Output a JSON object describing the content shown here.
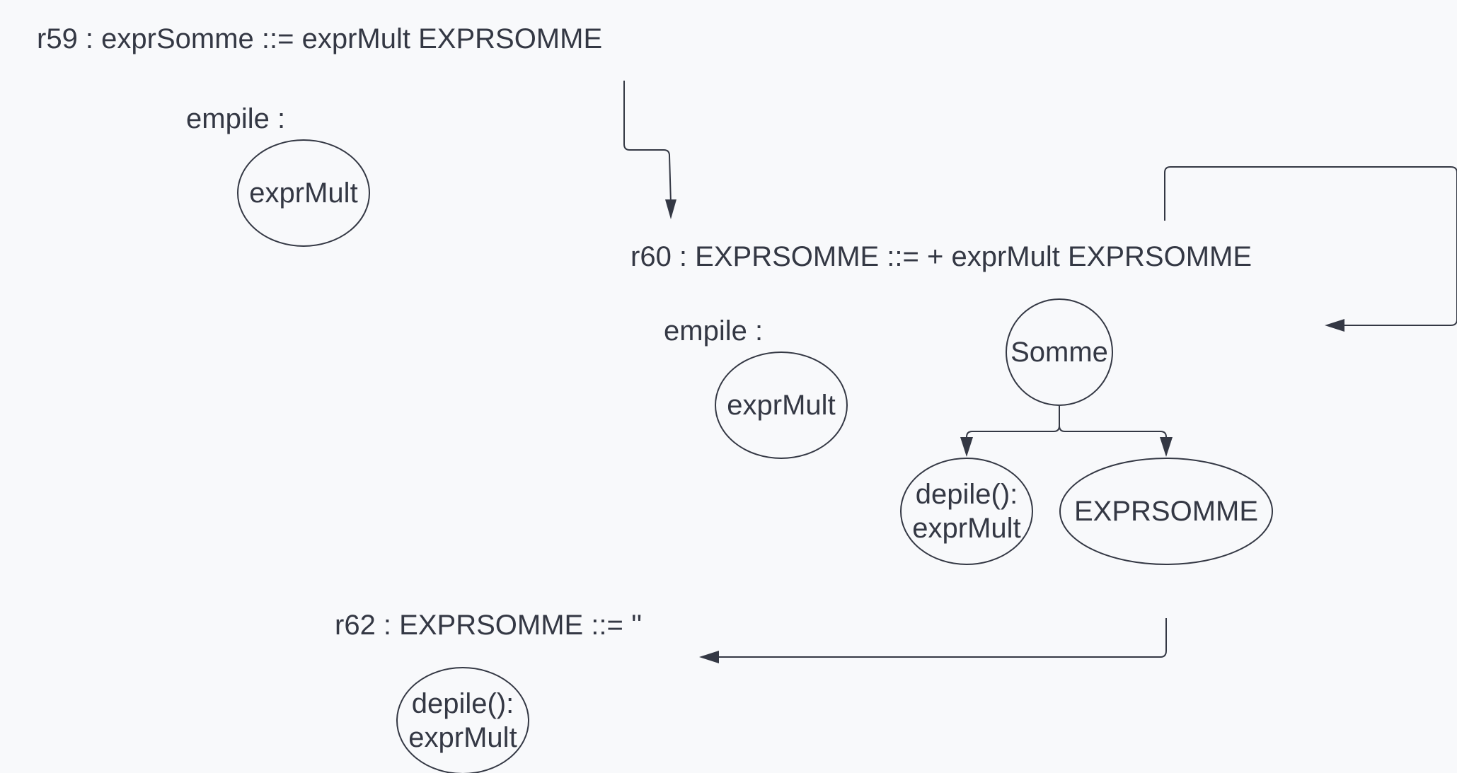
{
  "diagram": {
    "colors": {
      "background": "#f8f9fb",
      "stroke": "#343844",
      "text": "#343844"
    },
    "rules": {
      "r59": {
        "title": "r59 : exprSomme ::= exprMult EXPRSOMME",
        "empile_label": "empile :",
        "empile_node": "exprMult"
      },
      "r60": {
        "title": "r60 : EXPRSOMME ::= + exprMult EXPRSOMME",
        "empile_label": "empile :",
        "empile_node": "exprMult",
        "tree": {
          "root": "Somme",
          "left_child": "depile():\nexprMult",
          "right_child": "EXPRSOMME"
        }
      },
      "r62": {
        "title": "r62 : EXPRSOMME ::= ''",
        "node": "depile():\nexprMult"
      }
    }
  }
}
